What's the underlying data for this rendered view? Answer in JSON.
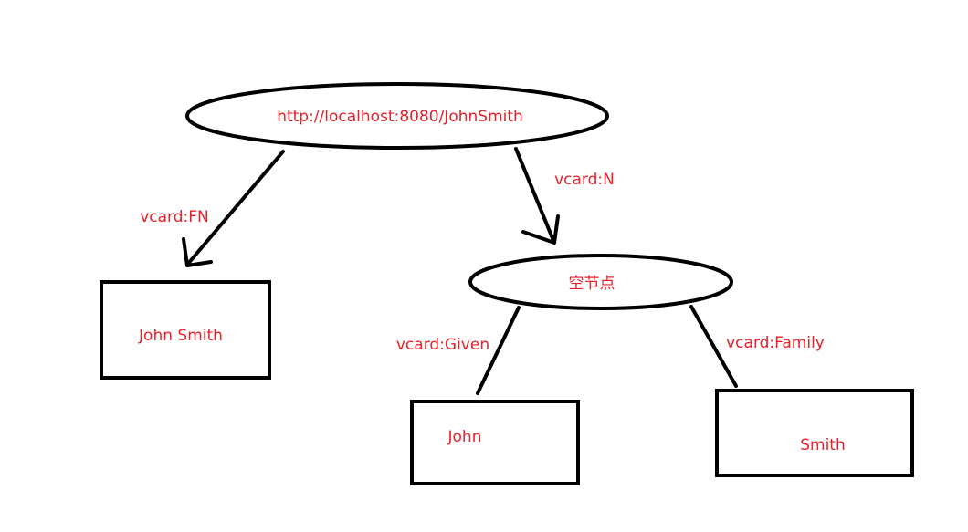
{
  "colors": {
    "stroke": "#000000",
    "text": "#e8202a",
    "background": "#ffffff"
  },
  "nodes": {
    "root": "http://localhost:8080/JohnSmith",
    "blank": "空节点",
    "fn_value": "John Smith",
    "given_value": "John",
    "family_value": "Smith"
  },
  "edges": {
    "fn": "vcard:FN",
    "n": "vcard:N",
    "given": "vcard:Given",
    "family": "vcard:Family"
  }
}
